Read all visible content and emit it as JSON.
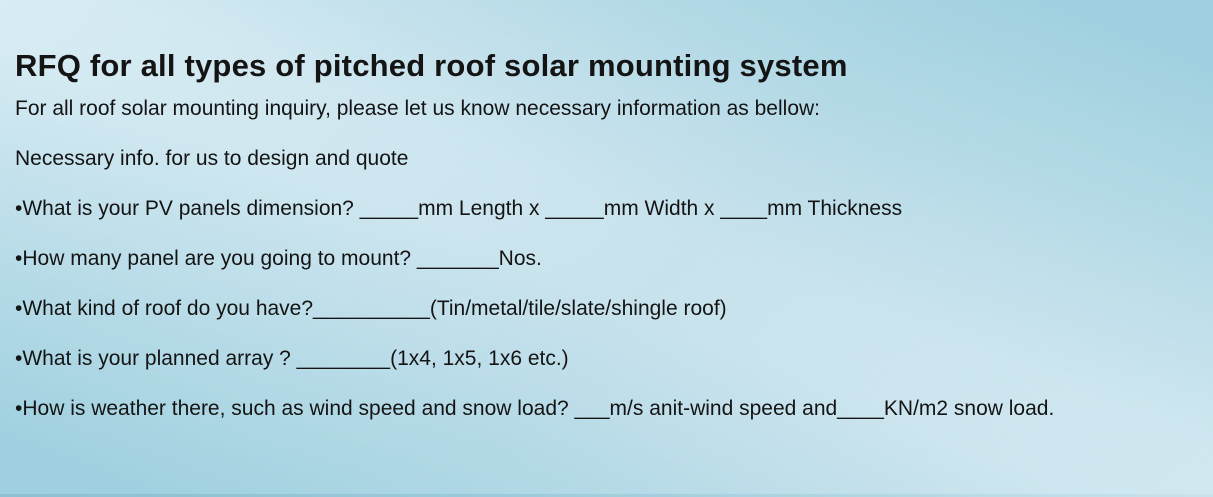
{
  "document": {
    "title": "RFQ for all types of pitched roof solar mounting system",
    "intro": "For all roof solar mounting inquiry, please let us know necessary information as bellow:",
    "section_heading": "Necessary info. for us to design and quote",
    "bullet_glyph": "•",
    "questions": [
      "What is your PV panels dimension? _____mm Length x _____mm Width x ____mm Thickness",
      "How many panel are you going to mount? _______Nos.",
      "What kind of roof do you have?__________(Tin/metal/tile/slate/shingle roof)",
      "What is your planned array ? ________(1x4, 1x5, 1x6 etc.)",
      "How is weather there, such as wind speed and snow load? ___m/s anit-wind speed and____KN/m2 snow load."
    ],
    "colors": {
      "background_light": "#ddeef5",
      "background_accent": "#9bcede",
      "text": "#141414"
    }
  }
}
